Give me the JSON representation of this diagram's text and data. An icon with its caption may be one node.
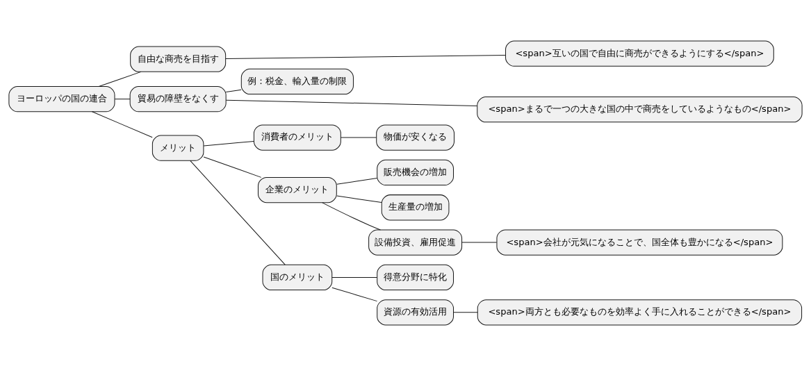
{
  "diagram": {
    "nodes": [
      {
        "text": [
          "ヨーロッパの国の連合"
        ]
      },
      {
        "text": [
          "自由な商売を目指す"
        ]
      },
      {
        "text": [
          "<span>互いの国で自由に商売ができるようにする</span>"
        ]
      },
      {
        "text": [
          "貿易の障壁をなくす"
        ]
      },
      {
        "text": [
          "例：税金、輸入量の制限"
        ]
      },
      {
        "text": [
          "<span>まるで一つの大きな国の中で商売をしているようなもの</span>"
        ]
      },
      {
        "text": [
          "メリット"
        ]
      },
      {
        "text": [
          "消費者のメリット"
        ]
      },
      {
        "text": [
          "物価が安くなる"
        ]
      },
      {
        "text": [
          "企業のメリット"
        ]
      },
      {
        "text": [
          "販売機会の増加"
        ]
      },
      {
        "text": [
          "生産量の増加"
        ]
      },
      {
        "text": [
          "設備投資、雇用促進"
        ]
      },
      {
        "text": [
          "<span>会社が元気になることで、国全体も豊かになる</span>"
        ]
      },
      {
        "text": [
          "国のメリット"
        ]
      },
      {
        "text": [
          "得意分野に特化"
        ]
      },
      {
        "text": [
          "資源の有効活用"
        ]
      },
      {
        "text": [
          "<span>両方とも必要なものを効率よく手に入れることができる</span>"
        ]
      }
    ],
    "edges": [
      {
        "from": 0,
        "to": 1,
        "arrow": "none"
      },
      {
        "from": 1,
        "to": 2,
        "arrow": "none"
      },
      {
        "from": 0,
        "to": 3,
        "arrow": "none"
      },
      {
        "from": 3,
        "to": 4,
        "arrow": "none"
      },
      {
        "from": 3,
        "to": 5,
        "arrow": "none"
      },
      {
        "from": 0,
        "to": 6,
        "arrow": "none"
      },
      {
        "from": 6,
        "to": 7,
        "arrow": "none"
      },
      {
        "from": 7,
        "to": 8,
        "arrow": "none"
      },
      {
        "from": 6,
        "to": 9,
        "arrow": "none"
      },
      {
        "from": 9,
        "to": 10,
        "arrow": "none"
      },
      {
        "from": 9,
        "to": 11,
        "arrow": "none"
      },
      {
        "from": 9,
        "to": 12,
        "arrow": "none"
      },
      {
        "from": 12,
        "to": 13,
        "arrow": "none"
      },
      {
        "from": 6,
        "to": 14,
        "arrow": "none"
      },
      {
        "from": 14,
        "to": 15,
        "arrow": "none"
      },
      {
        "from": 14,
        "to": 16,
        "arrow": "none"
      },
      {
        "from": 16,
        "to": 17,
        "arrow": "none"
      }
    ]
  }
}
